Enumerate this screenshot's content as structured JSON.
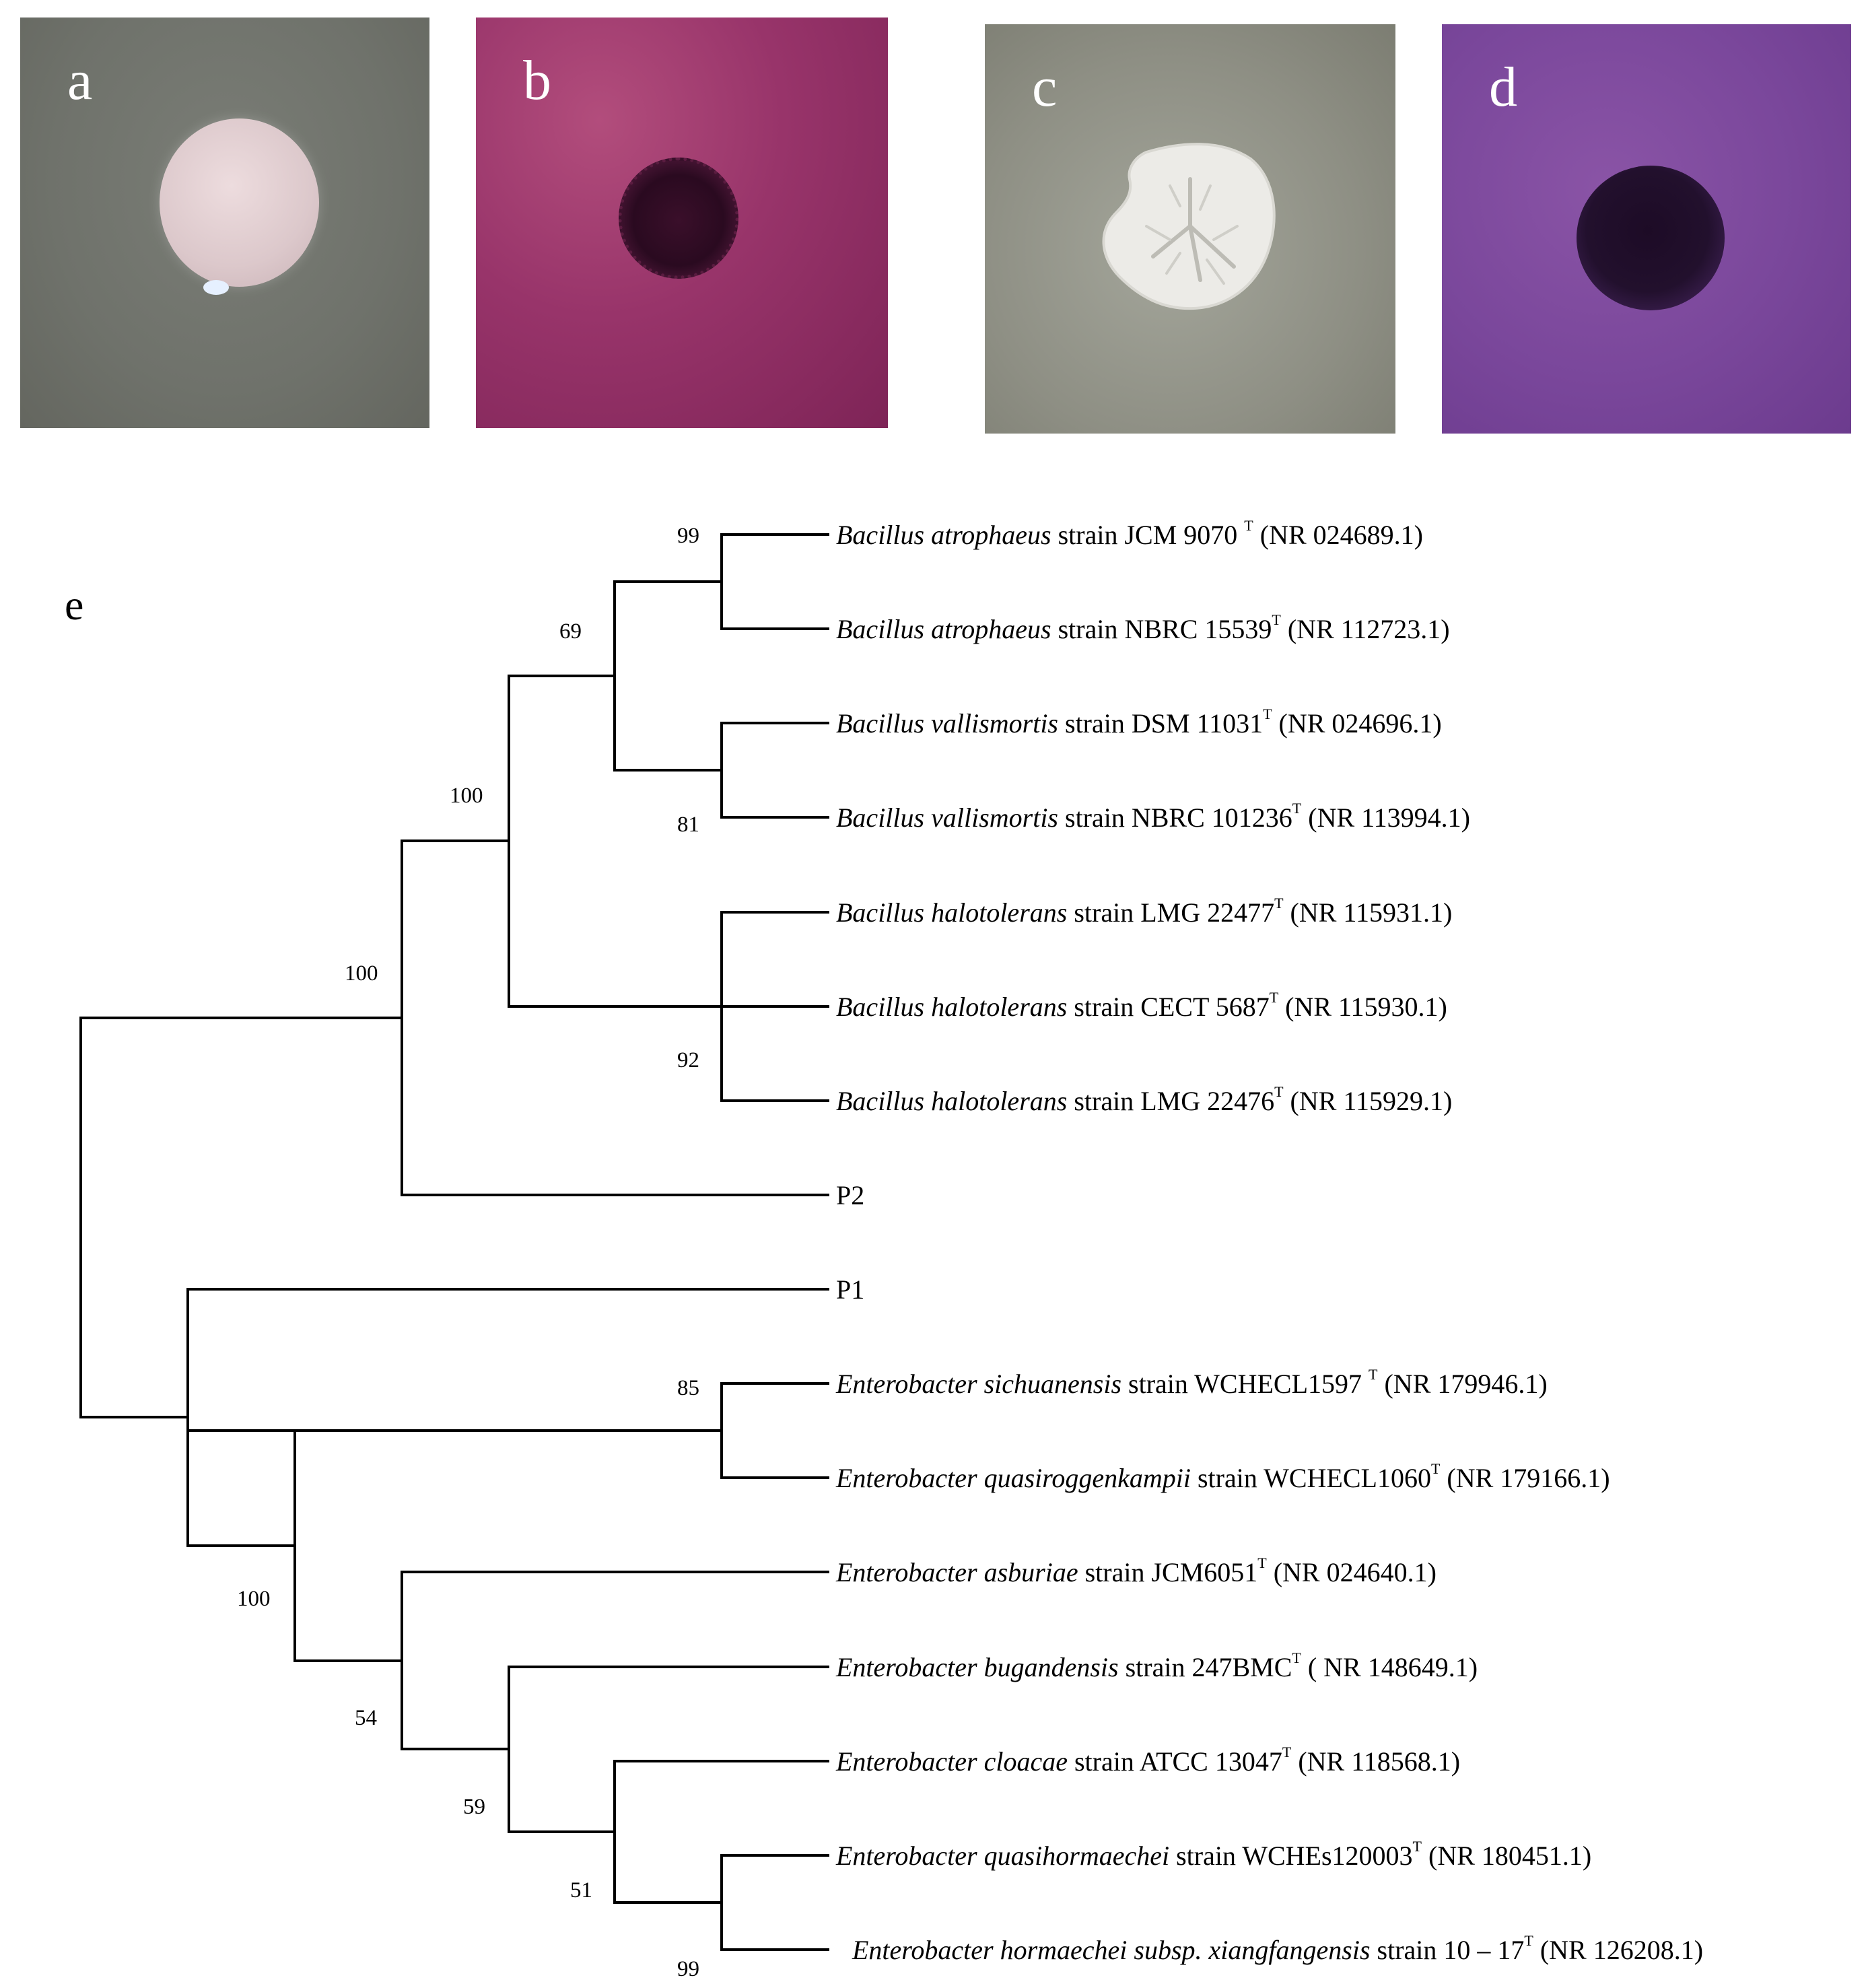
{
  "panels": [
    {
      "letter": "a",
      "colors": {
        "background": "#6f726b",
        "colony": "#e3d1d4"
      }
    },
    {
      "letter": "b",
      "colors": {
        "background": "#98346a",
        "colony": "#2a0a20"
      }
    },
    {
      "letter": "c",
      "colors": {
        "background": "#8e8f84",
        "colony": "#e8e8e4"
      }
    },
    {
      "letter": "d",
      "colors": {
        "background": "#7a479b",
        "colony": "#1d0b26"
      }
    }
  ],
  "tree": {
    "panel_letter": "e",
    "leaves": [
      {
        "genus_species": "Bacillus atrophaeus",
        "strain": " strain JCM 9070 ",
        "sup": "T",
        "accession": " (NR 024689.1)"
      },
      {
        "genus_species": "Bacillus atrophaeus",
        "strain": " strain NBRC 15539",
        "sup": "T",
        "accession": " (NR 112723.1)"
      },
      {
        "genus_species": "Bacillus vallismortis",
        "strain": " strain DSM 11031",
        "sup": "T",
        "accession": " (NR 024696.1)"
      },
      {
        "genus_species": "Bacillus vallismortis",
        "strain": " strain NBRC 101236",
        "sup": "T",
        "accession": " (NR 113994.1)"
      },
      {
        "genus_species": "Bacillus halotolerans",
        "strain": " strain LMG 22477",
        "sup": "T",
        "accession": " (NR 115931.1)"
      },
      {
        "genus_species": "Bacillus halotolerans",
        "strain": " strain CECT 5687",
        "sup": "T",
        "accession": " (NR 115930.1)"
      },
      {
        "genus_species": "Bacillus halotolerans",
        "strain": " strain LMG 22476",
        "sup": "T",
        "accession": " (NR 115929.1)"
      },
      {
        "genus_species": "",
        "strain": "P2",
        "sup": "",
        "accession": ""
      },
      {
        "genus_species": "",
        "strain": "P1",
        "sup": "",
        "accession": ""
      },
      {
        "genus_species": "Enterobacter sichuanensis",
        "strain": " strain WCHECL1597 ",
        "sup": "T",
        "accession": " (NR 179946.1)"
      },
      {
        "genus_species": "Enterobacter quasiroggenkampii",
        "strain": " strain WCHECL1060",
        "sup": "T",
        "accession": " (NR 179166.1)"
      },
      {
        "genus_species": "Enterobacter asburiae",
        "strain": " strain JCM6051",
        "sup": "T",
        "accession": " (NR 024640.1)"
      },
      {
        "genus_species": "Enterobacter bugandensis",
        "strain": " strain 247BMC",
        "sup": "T",
        "accession": " ( NR 148649.1)"
      },
      {
        "genus_species": "Enterobacter cloacae",
        "strain": " strain ATCC 13047",
        "sup": "T",
        "accession": " (NR 118568.1)"
      },
      {
        "genus_species": "Enterobacter quasihormaechei",
        "strain": " strain WCHEs120003",
        "sup": "T",
        "accession": " (NR 180451.1)"
      },
      {
        "genus_species": "Enterobacter hormaechei subsp. xiangfangensis",
        "strain": " strain 10 – 17",
        "sup": "T",
        "accession": " (NR 126208.1)"
      }
    ],
    "bootstrap": [
      "99",
      "69",
      "81",
      "100",
      "92",
      "100",
      "85",
      "100",
      "54",
      "59",
      "51",
      "99"
    ]
  }
}
